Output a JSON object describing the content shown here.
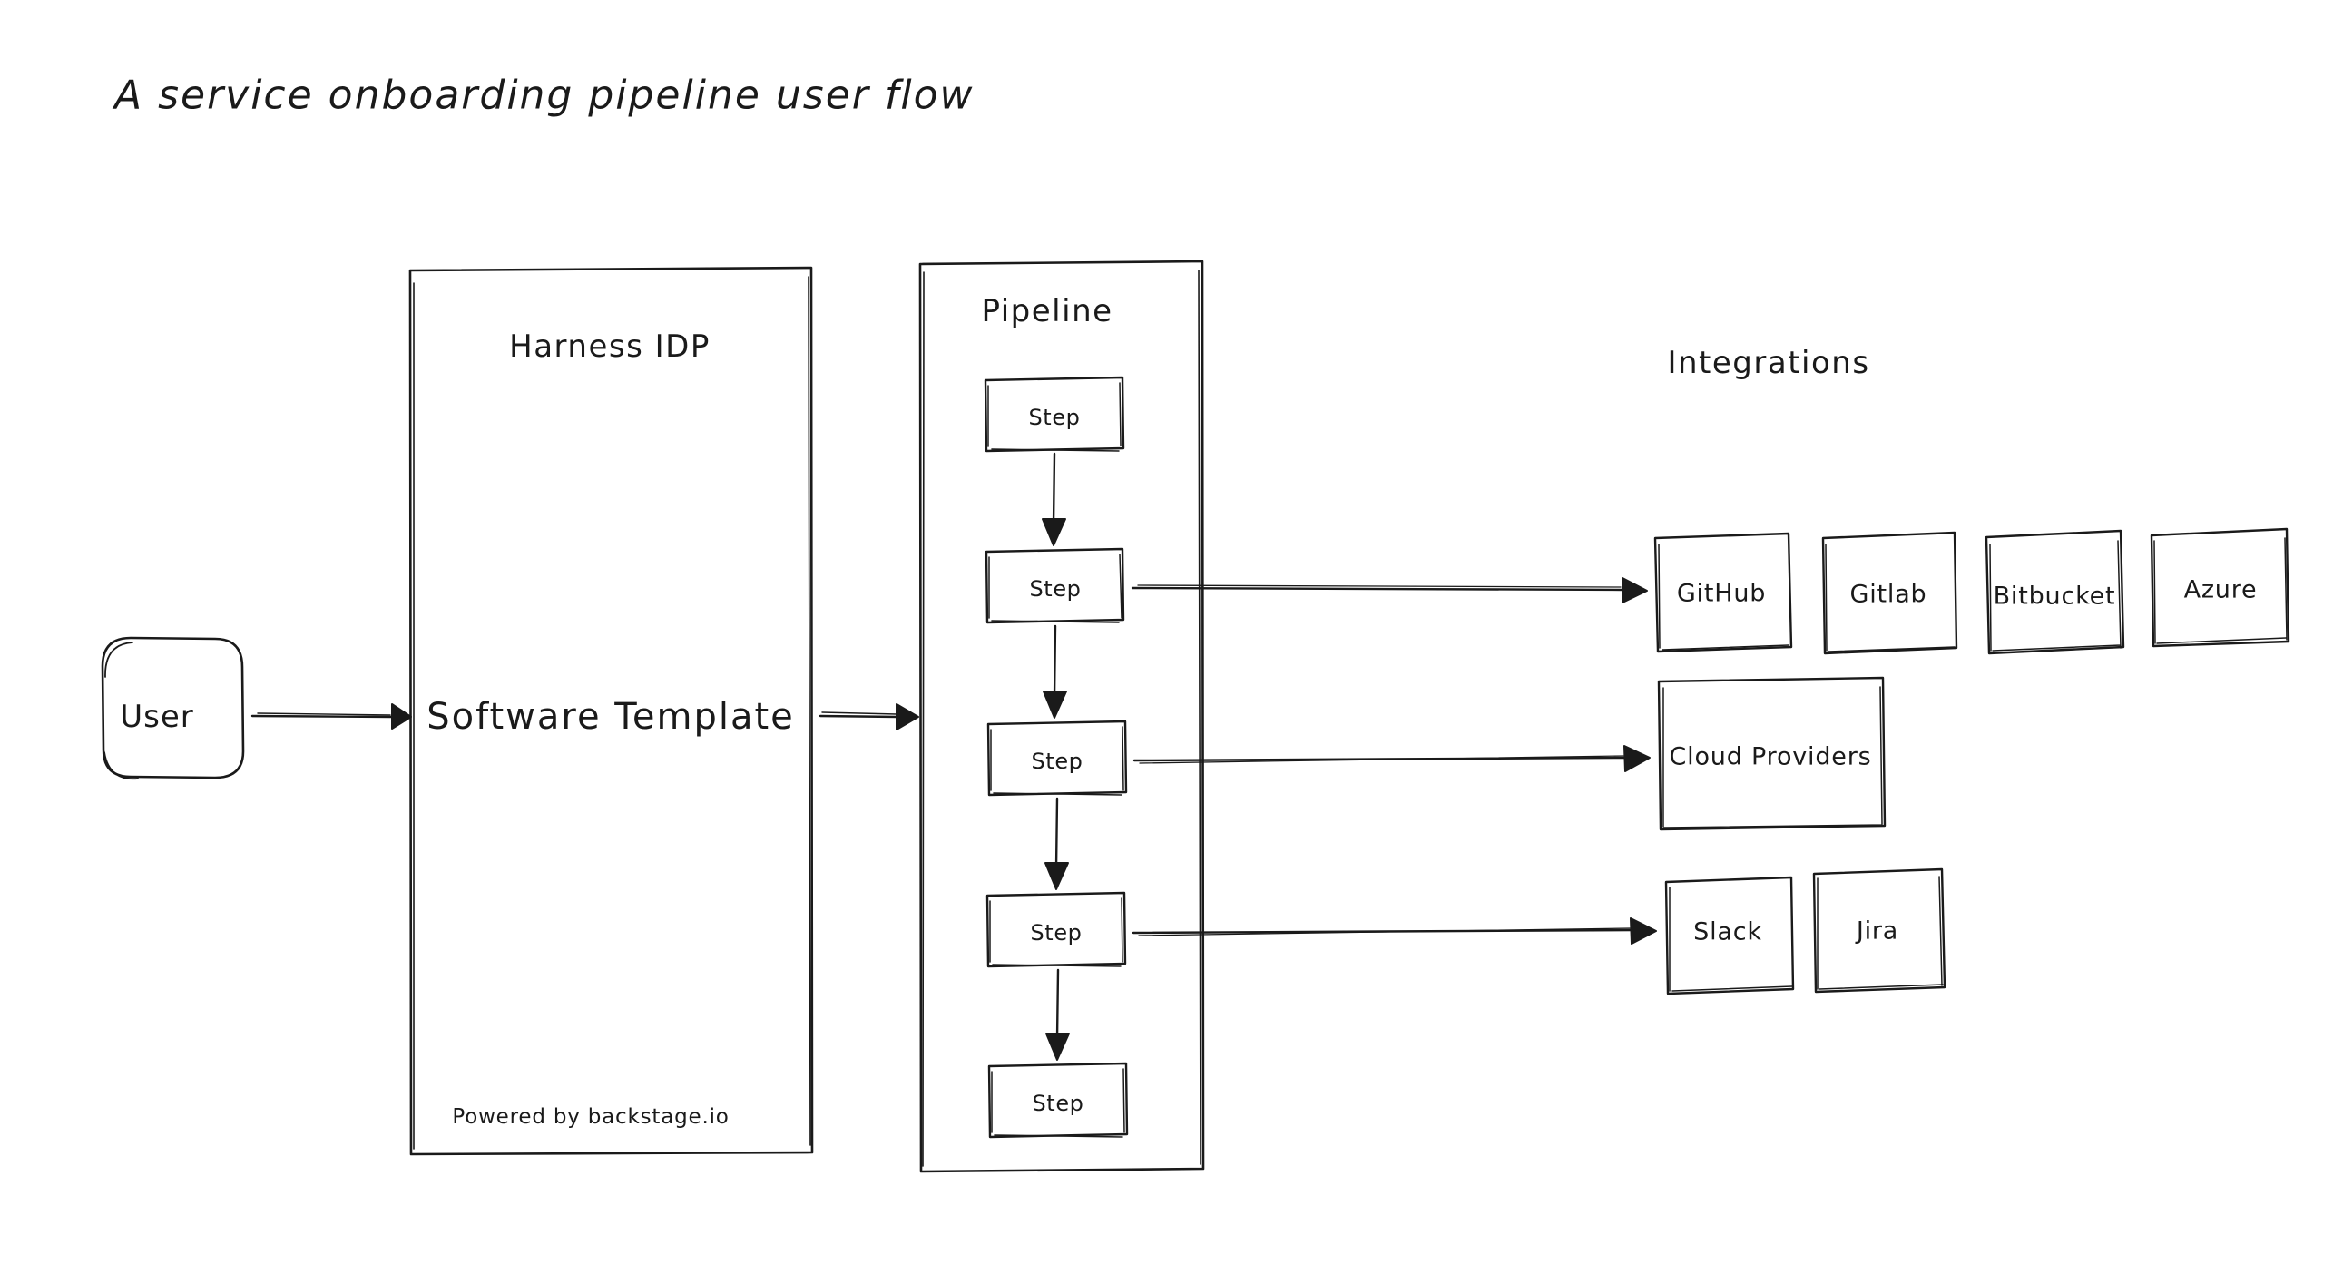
{
  "diagram": {
    "title": "A service onboarding pipeline user flow",
    "background_color": "#ffffff",
    "stroke_color": "#1a1a1a",
    "style": "hand-drawn"
  },
  "user_node": {
    "label": "User",
    "shape": "rounded-rectangle"
  },
  "harness_idp": {
    "title": "Harness IDP",
    "main_label": "Software Template",
    "footer": "Powered by backstage.io",
    "shape": "rectangle"
  },
  "pipeline": {
    "title": "Pipeline",
    "shape": "rectangle",
    "steps": [
      {
        "label": "Step"
      },
      {
        "label": "Step"
      },
      {
        "label": "Step"
      },
      {
        "label": "Step"
      },
      {
        "label": "Step"
      }
    ]
  },
  "integrations": {
    "title": "Integrations",
    "rows": [
      {
        "row_name": "source-control",
        "items": [
          {
            "label": "GitHub"
          },
          {
            "label": "Gitlab"
          },
          {
            "label": "Bitbucket"
          },
          {
            "label": "Azure"
          }
        ]
      },
      {
        "row_name": "cloud",
        "items": [
          {
            "label": "Cloud Providers"
          }
        ]
      },
      {
        "row_name": "collaboration",
        "items": [
          {
            "label": "Slack"
          },
          {
            "label": "Jira"
          }
        ]
      }
    ]
  },
  "connections": [
    {
      "from": "User",
      "to": "Harness IDP"
    },
    {
      "from": "Software Template",
      "to": "Pipeline"
    },
    {
      "from": "Step 1",
      "to": "Step 2"
    },
    {
      "from": "Step 2",
      "to": "Step 3"
    },
    {
      "from": "Step 3",
      "to": "Step 4"
    },
    {
      "from": "Step 4",
      "to": "Step 5"
    },
    {
      "from": "Step 2",
      "to": "GitHub"
    },
    {
      "from": "Step 3",
      "to": "Cloud Providers"
    },
    {
      "from": "Step 4",
      "to": "Slack"
    }
  ]
}
